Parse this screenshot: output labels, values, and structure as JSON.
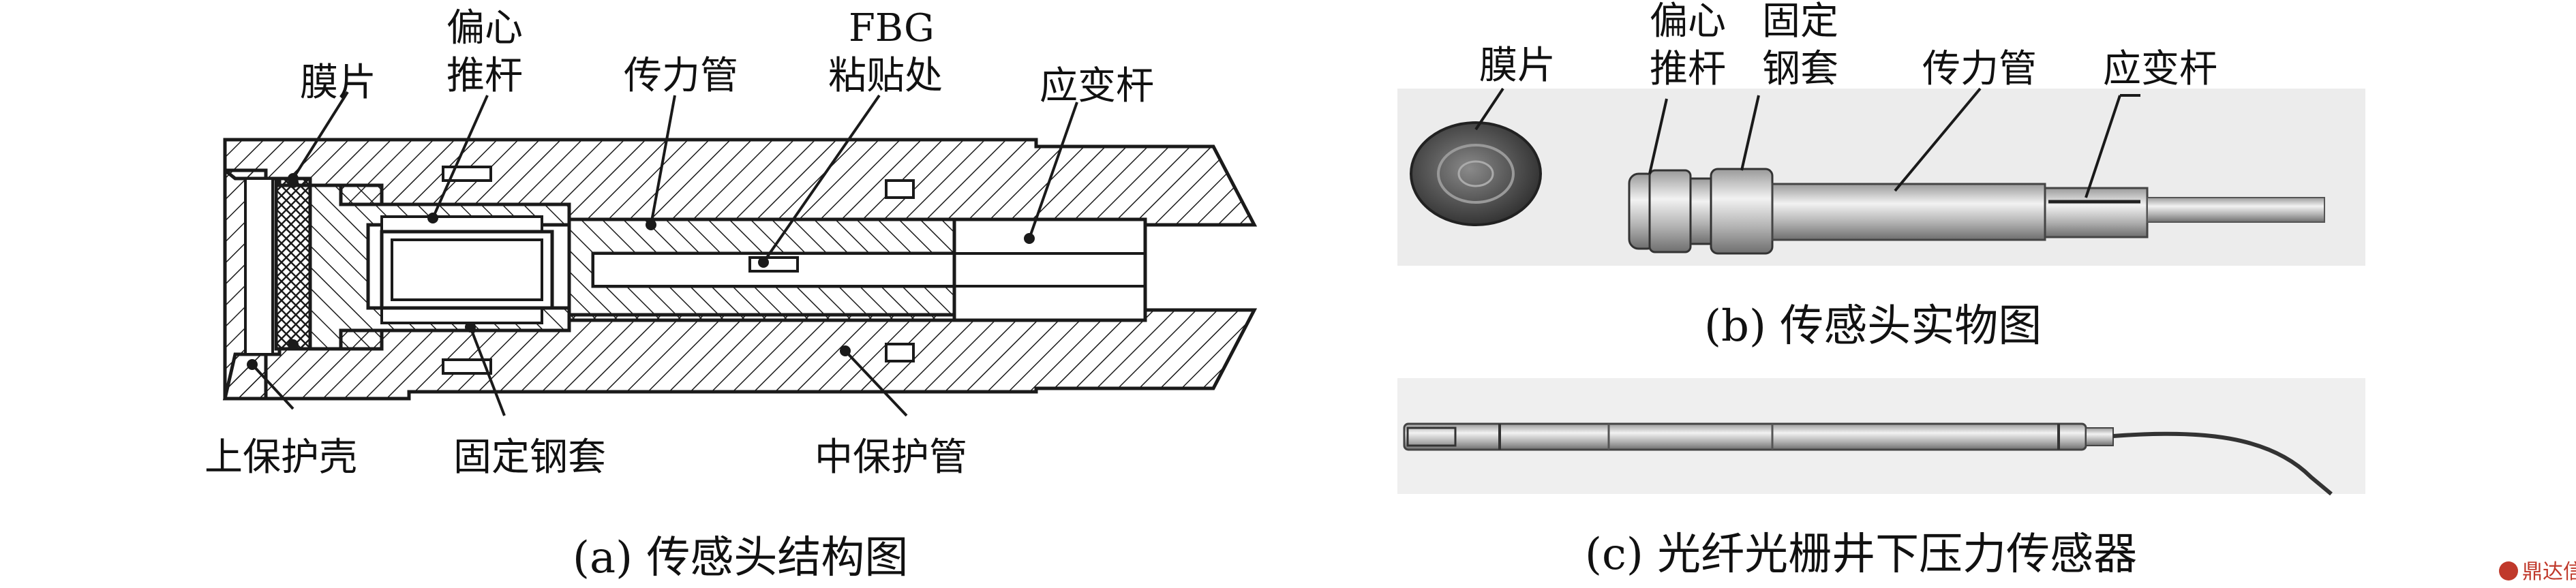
{
  "panel_a": {
    "labels": {
      "membrane": "膜片",
      "eccentric_line1": "偏心",
      "eccentric_line2": "推杆",
      "force_tube": "传力管",
      "fbg_line1": "FBG",
      "fbg_line2": "粘贴处",
      "strain_rod": "应变杆",
      "upper_shell": "上保护壳",
      "fixed_sleeve": "固定钢套",
      "middle_tube": "中保护管"
    },
    "caption": "(a) 传感头结构图"
  },
  "panel_b": {
    "labels": {
      "membrane": "膜片",
      "eccentric_line1": "偏心",
      "eccentric_line2": "推杆",
      "fixed_line1": "固定",
      "fixed_line2": "钢套",
      "force_tube": "传力管",
      "strain_rod": "应变杆"
    },
    "caption": "(b) 传感头实物图"
  },
  "panel_c": {
    "caption": "(c) 光纤光栅井下压力传感器"
  },
  "watermark": {
    "text": "鼎达信"
  },
  "colors": {
    "line": "#1a1a1a",
    "photo_bg": "#e9e9e9",
    "metal": "#b9b9b9",
    "watermark": "#c0392b"
  }
}
